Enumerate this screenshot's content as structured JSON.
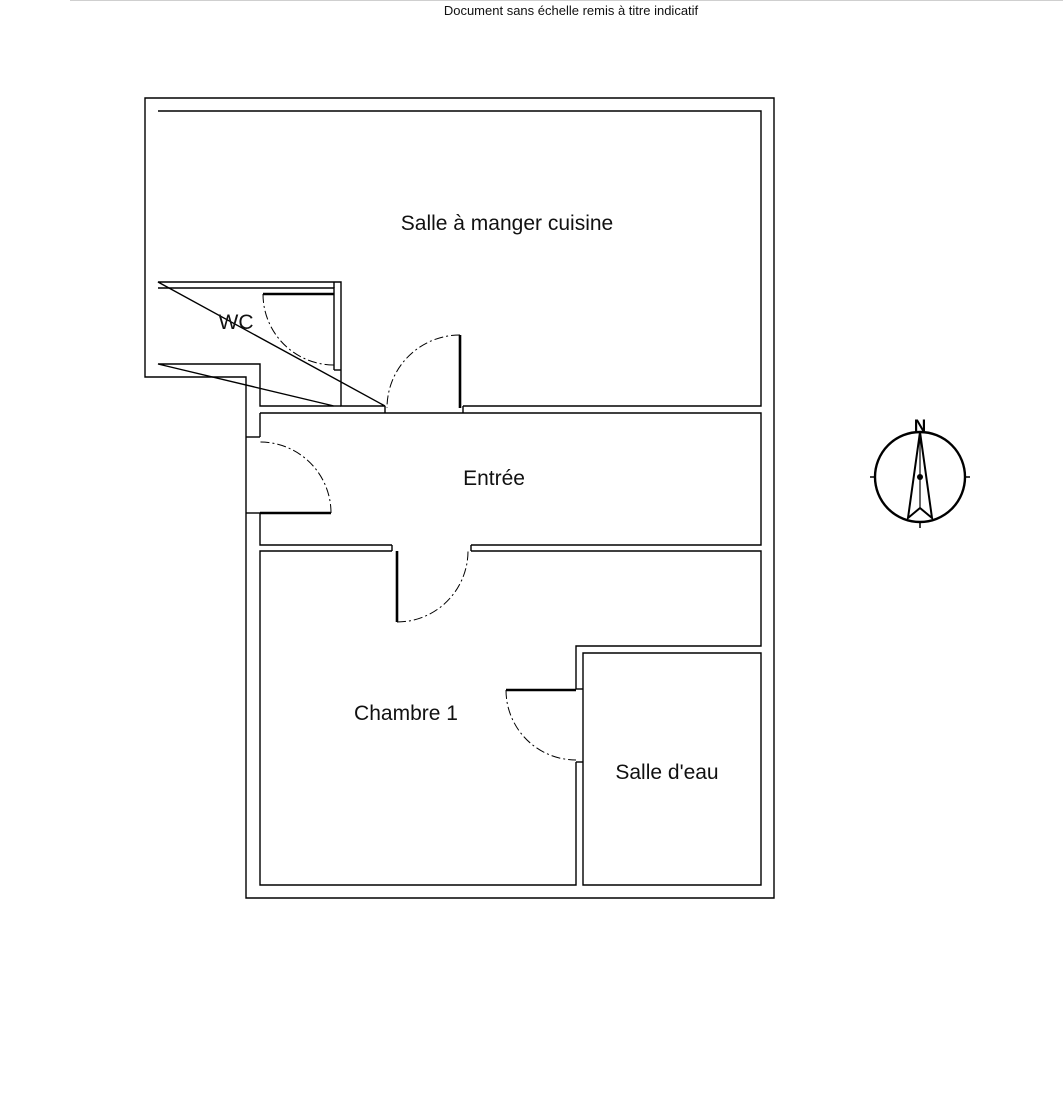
{
  "caption": "Document sans échelle remis à titre indicatif",
  "rooms": {
    "salle_a_manger": "Salle à manger cuisine",
    "wc": "WC",
    "entree": "Entrée",
    "chambre": "Chambre 1",
    "salle_eau": "Salle d'eau"
  },
  "compass": {
    "north_label": "N",
    "icon": "north-arrow-compass"
  },
  "colors": {
    "walls": "#000000",
    "background": "#ffffff"
  }
}
